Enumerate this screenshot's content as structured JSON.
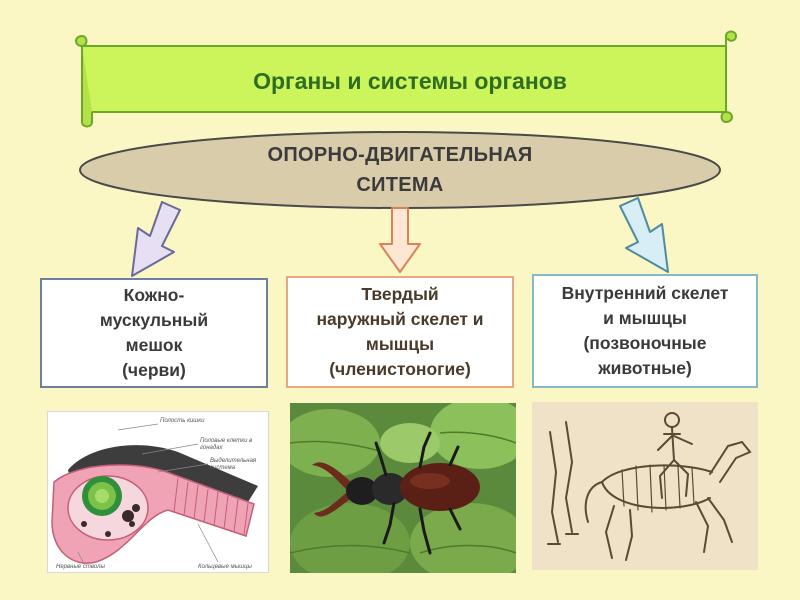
{
  "banner": {
    "title": "Органы и системы органов"
  },
  "ellipse": {
    "line1": "ОПОРНО-ДВИГАТЕЛЬНАЯ",
    "line2": "СИТЕМА"
  },
  "boxes": [
    {
      "lines": [
        "Кожно-",
        "мускульный",
        "мешок",
        "(черви)"
      ]
    },
    {
      "lines": [
        "Твердый",
        "наружный скелет и",
        "мышцы",
        "(членистоногие)"
      ]
    },
    {
      "lines": [
        "Внутренний скелет",
        "и мышцы",
        "(позвоночные",
        "животные)"
      ]
    }
  ],
  "worm_diagram": {
    "labels": [
      "Полость кишки",
      "Половые клетки в гонадах",
      "Выделительная система",
      "Нервные стволы",
      "Кольцевые мышцы"
    ]
  },
  "colors": {
    "background": "#fbf7c4",
    "banner_fill": "#ccf55c",
    "banner_text": "#2f6d23",
    "ellipse_fill": "#d9ccaa",
    "box1_border": "#6f7fa0",
    "box2_border": "#e6a880",
    "box3_border": "#86b8c7"
  }
}
